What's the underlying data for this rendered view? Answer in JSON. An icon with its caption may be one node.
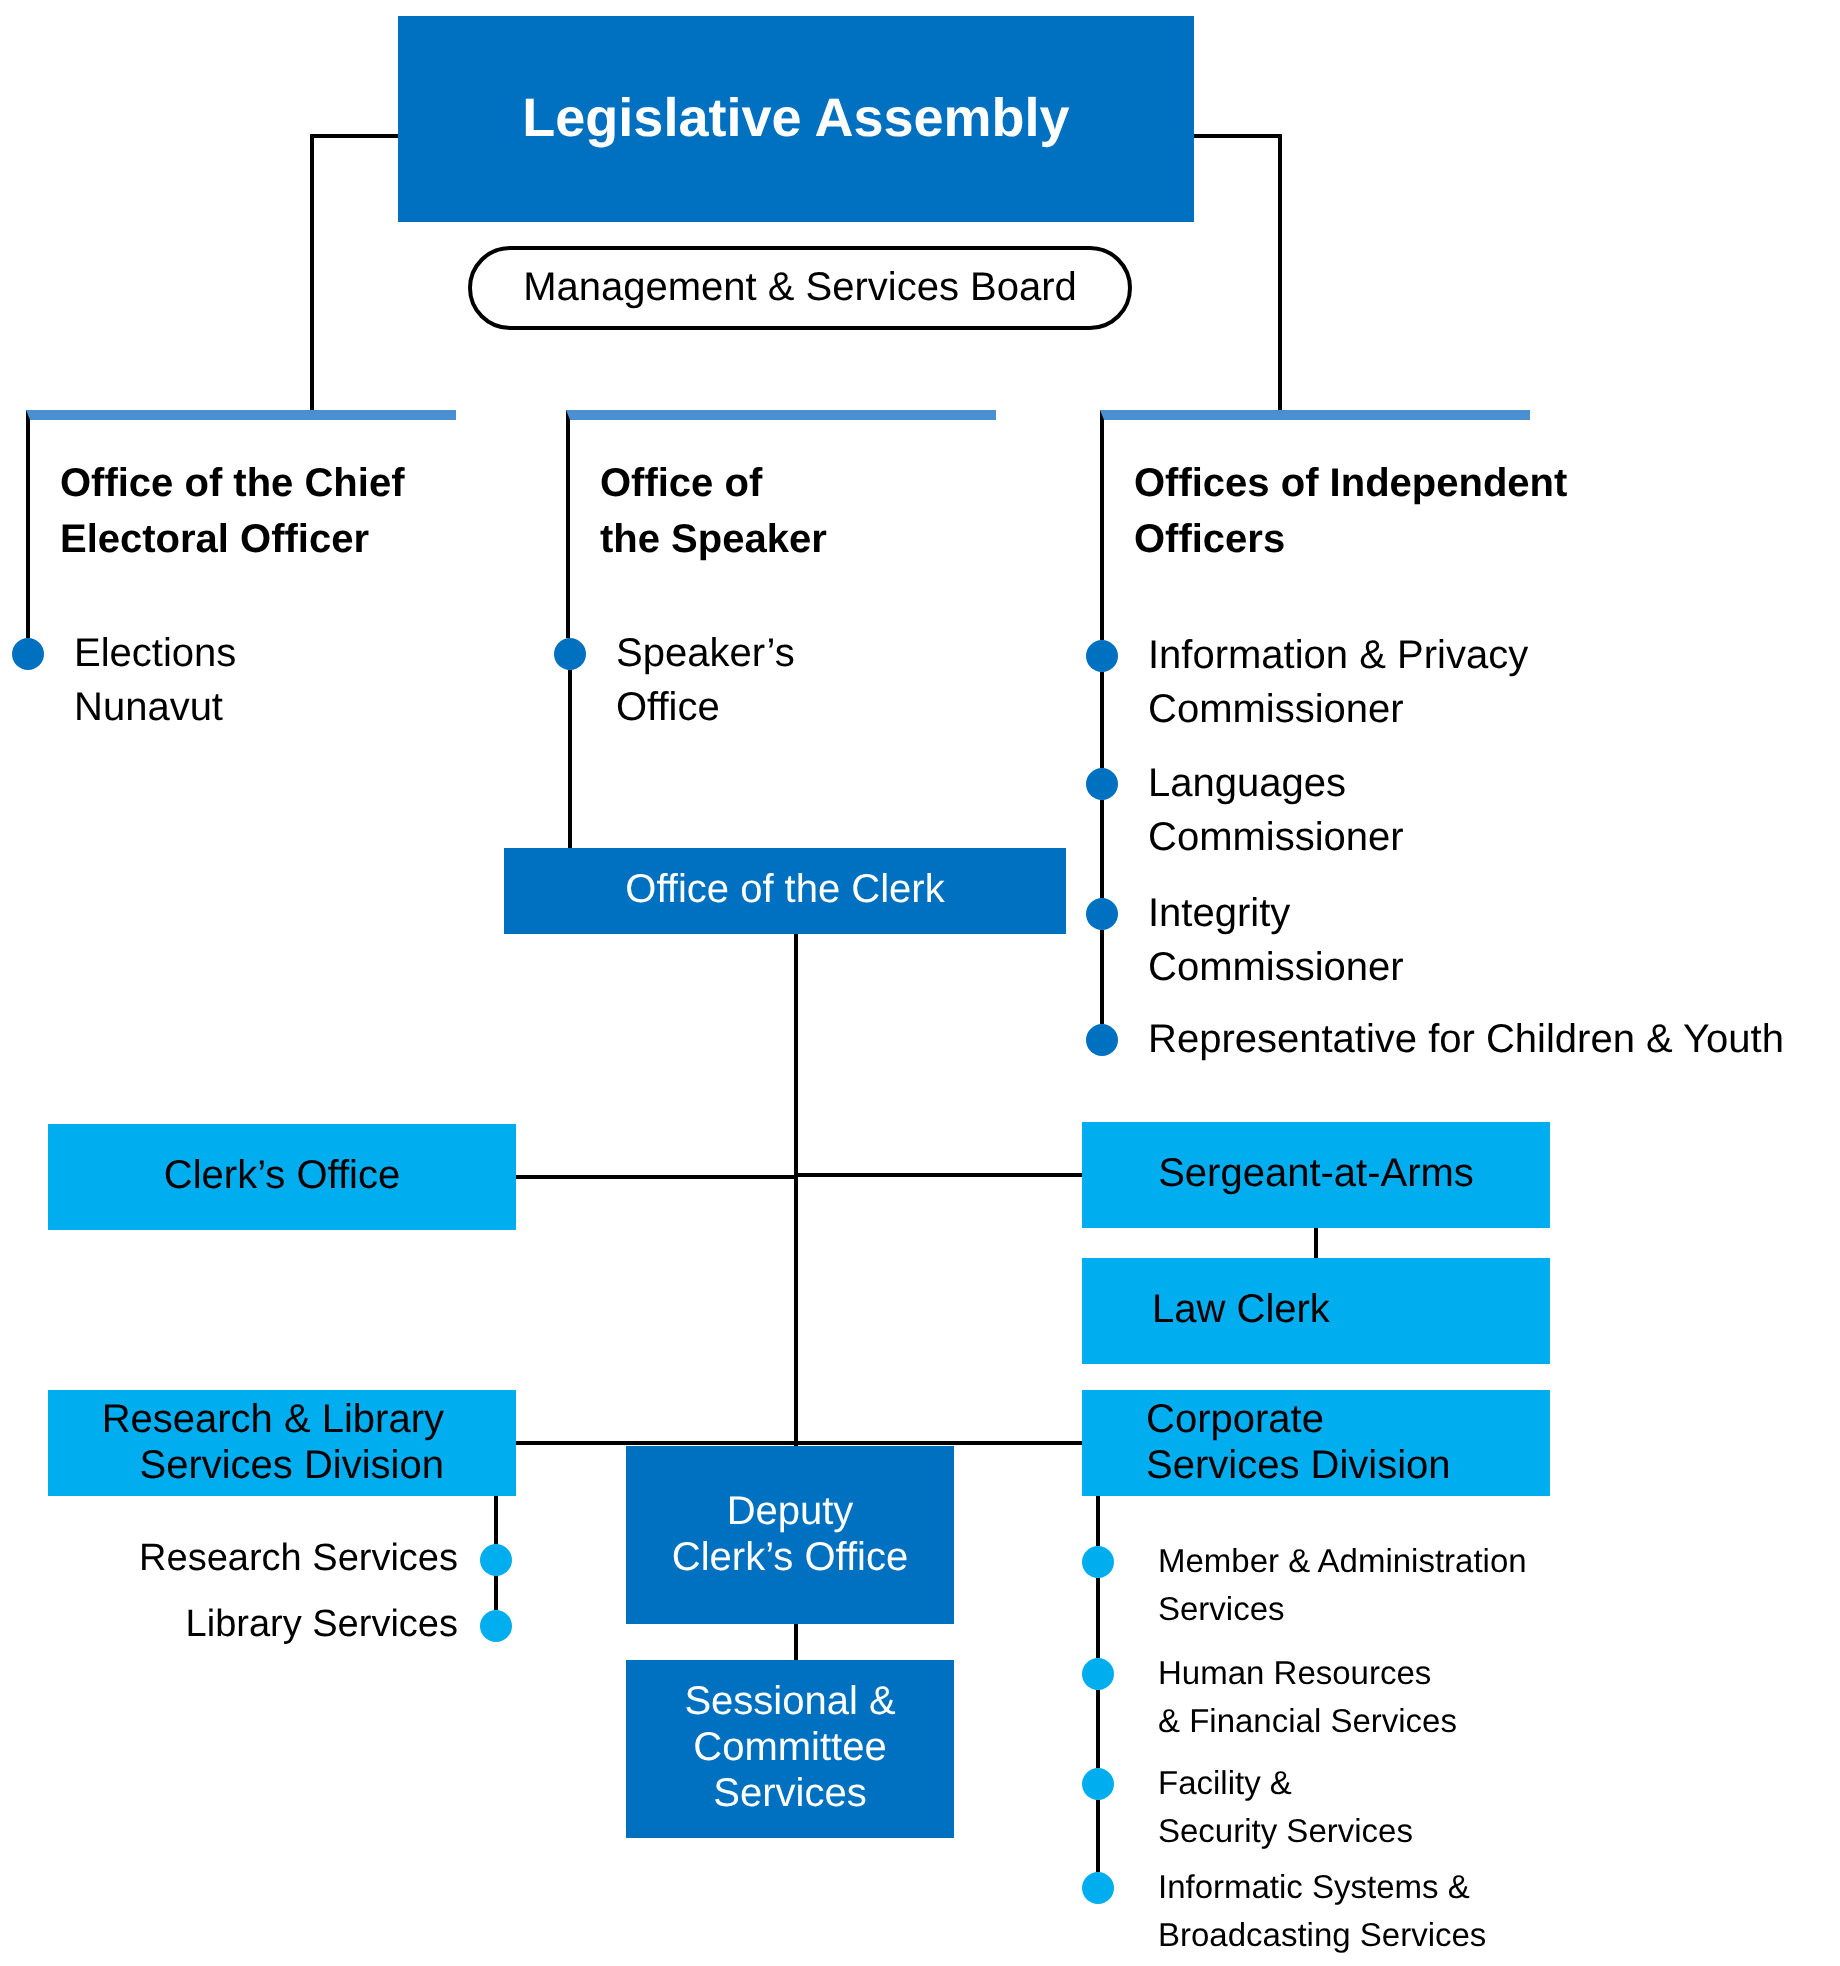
{
  "diagram": {
    "nodes": [
      {
        "text": [
          "Legislative Assembly"
        ]
      },
      {
        "text": [
          "Management & Services Board"
        ]
      },
      {
        "text": [
          "Office of the Chief Electoral Officer"
        ]
      },
      {
        "text": [
          "Elections Nunavut"
        ]
      },
      {
        "text": [
          "Office of the Speaker"
        ]
      },
      {
        "text": [
          "Speaker’s Office"
        ]
      },
      {
        "text": [
          "Offices of Independent Officers"
        ]
      },
      {
        "text": [
          "Information & Privacy Commissioner"
        ]
      },
      {
        "text": [
          "Languages Commissioner"
        ]
      },
      {
        "text": [
          "Integrity Commissioner"
        ]
      },
      {
        "text": [
          "Representative for Children & Youth"
        ]
      },
      {
        "text": [
          "Office of the Clerk"
        ]
      },
      {
        "text": [
          "Clerk’s Office"
        ]
      },
      {
        "text": [
          "Sergeant-at-Arms"
        ]
      },
      {
        "text": [
          "Law Clerk"
        ]
      },
      {
        "text": [
          "Research & Library Services Division"
        ]
      },
      {
        "text": [
          "Research Services"
        ]
      },
      {
        "text": [
          "Library Services"
        ]
      },
      {
        "text": [
          "Deputy Clerk’s Office"
        ]
      },
      {
        "text": [
          "Sessional & Committee Services"
        ]
      },
      {
        "text": [
          "Corporate Services Division"
        ]
      },
      {
        "text": [
          "Member & Administration Services"
        ]
      },
      {
        "text": [
          "Human Resources & Financial Services"
        ]
      },
      {
        "text": [
          "Facility & Security Services"
        ]
      },
      {
        "text": [
          "Informatic Systems & Broadcasting Services"
        ]
      }
    ],
    "edges": [
      {
        "from": 0,
        "to": 2,
        "arrow": "none"
      },
      {
        "from": 0,
        "to": 6,
        "arrow": "none"
      },
      {
        "from": 2,
        "to": 3,
        "arrow": "none"
      },
      {
        "from": 4,
        "to": 5,
        "arrow": "none"
      },
      {
        "from": 5,
        "to": 11,
        "arrow": "none"
      },
      {
        "from": 6,
        "to": 7,
        "arrow": "none"
      },
      {
        "from": 7,
        "to": 8,
        "arrow": "none"
      },
      {
        "from": 8,
        "to": 9,
        "arrow": "none"
      },
      {
        "from": 9,
        "to": 10,
        "arrow": "none"
      },
      {
        "from": 11,
        "to": 12,
        "arrow": "none"
      },
      {
        "from": 11,
        "to": 13,
        "arrow": "none"
      },
      {
        "from": 11,
        "to": 15,
        "arrow": "none"
      },
      {
        "from": 11,
        "to": 20,
        "arrow": "none"
      },
      {
        "from": 11,
        "to": 18,
        "arrow": "none"
      },
      {
        "from": 13,
        "to": 14,
        "arrow": "none"
      },
      {
        "from": 15,
        "to": 16,
        "arrow": "none"
      },
      {
        "from": 16,
        "to": 17,
        "arrow": "none"
      },
      {
        "from": 18,
        "to": 19,
        "arrow": "none"
      },
      {
        "from": 20,
        "to": 21,
        "arrow": "none"
      },
      {
        "from": 21,
        "to": 22,
        "arrow": "none"
      },
      {
        "from": 22,
        "to": 23,
        "arrow": "none"
      },
      {
        "from": 23,
        "to": 24,
        "arrow": "none"
      }
    ]
  }
}
